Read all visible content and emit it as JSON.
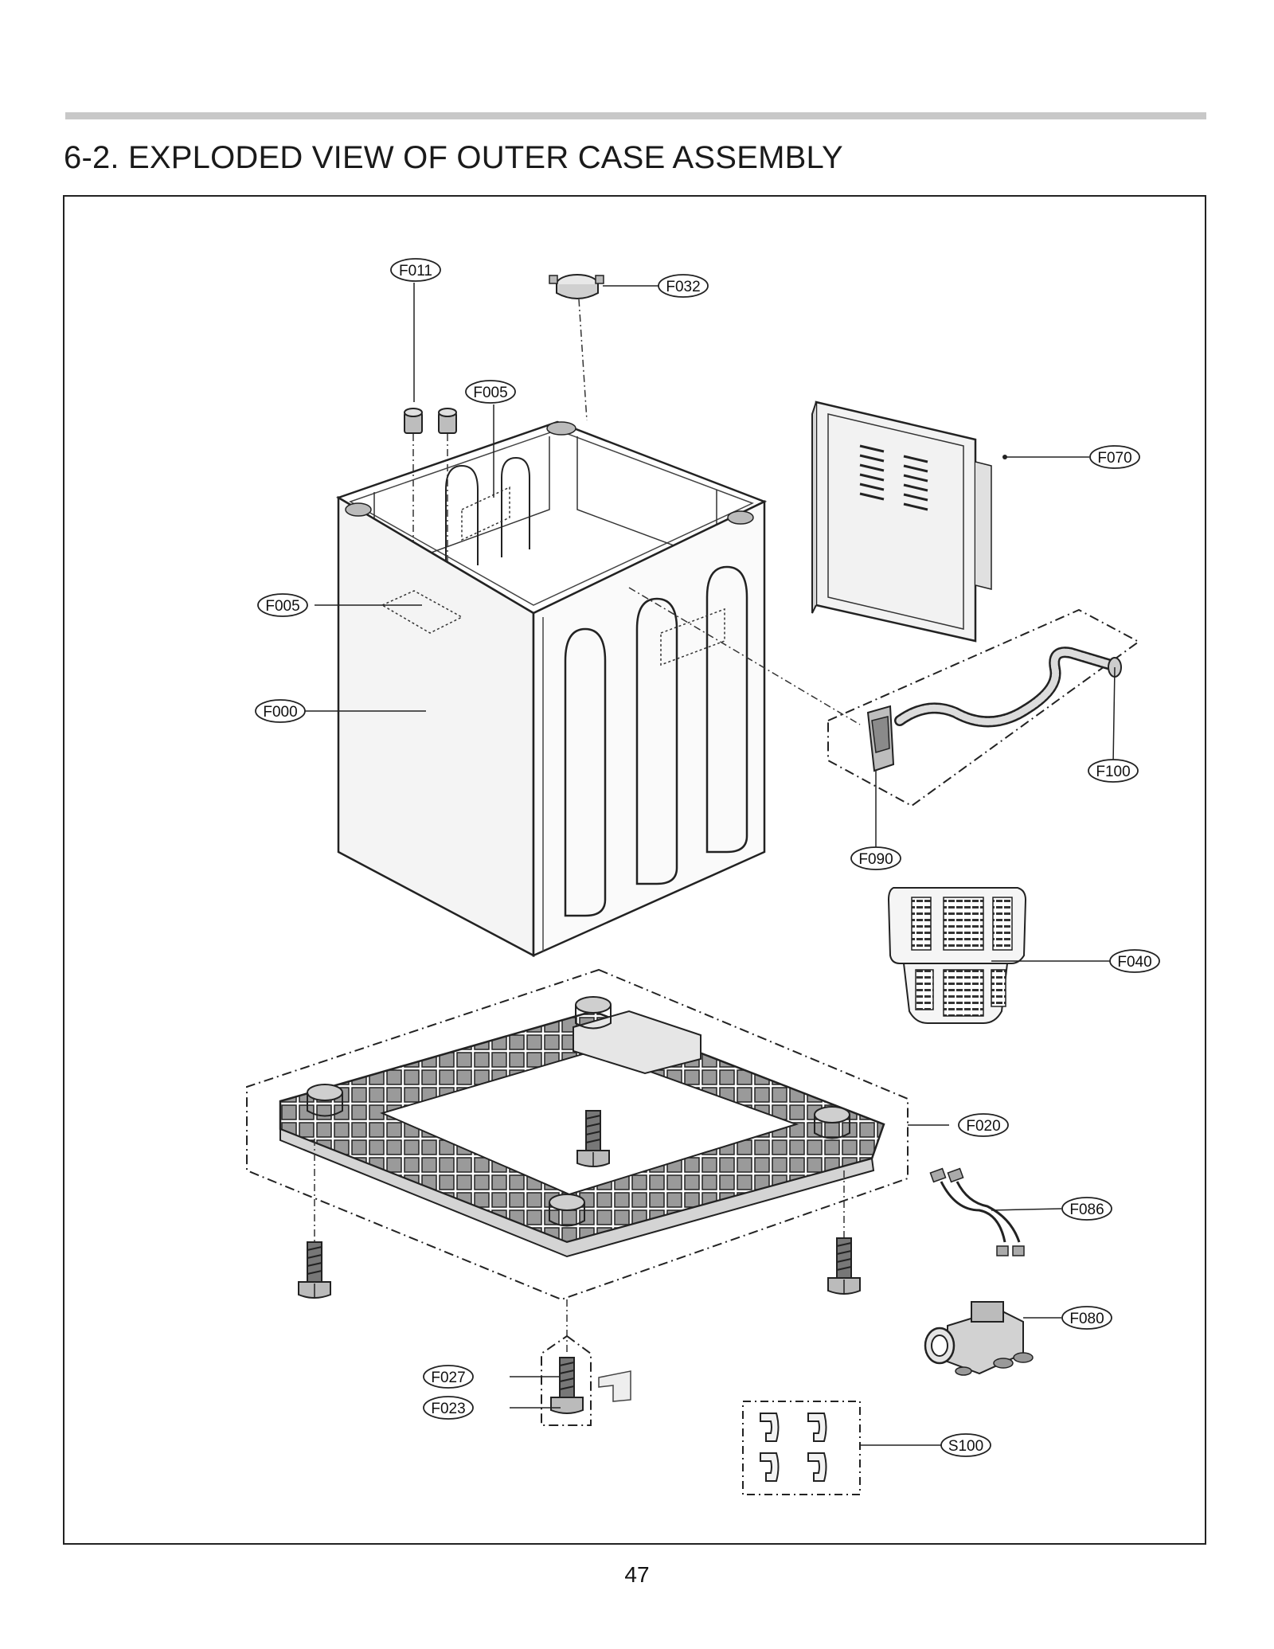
{
  "page": {
    "title": "6-2. EXPLODED VIEW OF OUTER CASE ASSEMBLY",
    "page_number": "47"
  },
  "callouts": {
    "f032": "F032",
    "f011": "F011",
    "f005_top": "F005",
    "f070": "F070",
    "f005_left": "F005",
    "f000": "F000",
    "f100": "F100",
    "f090": "F090",
    "f040": "F040",
    "f020": "F020",
    "f086": "F086",
    "f080": "F080",
    "f027": "F027",
    "f023": "F023",
    "s100": "S100"
  }
}
